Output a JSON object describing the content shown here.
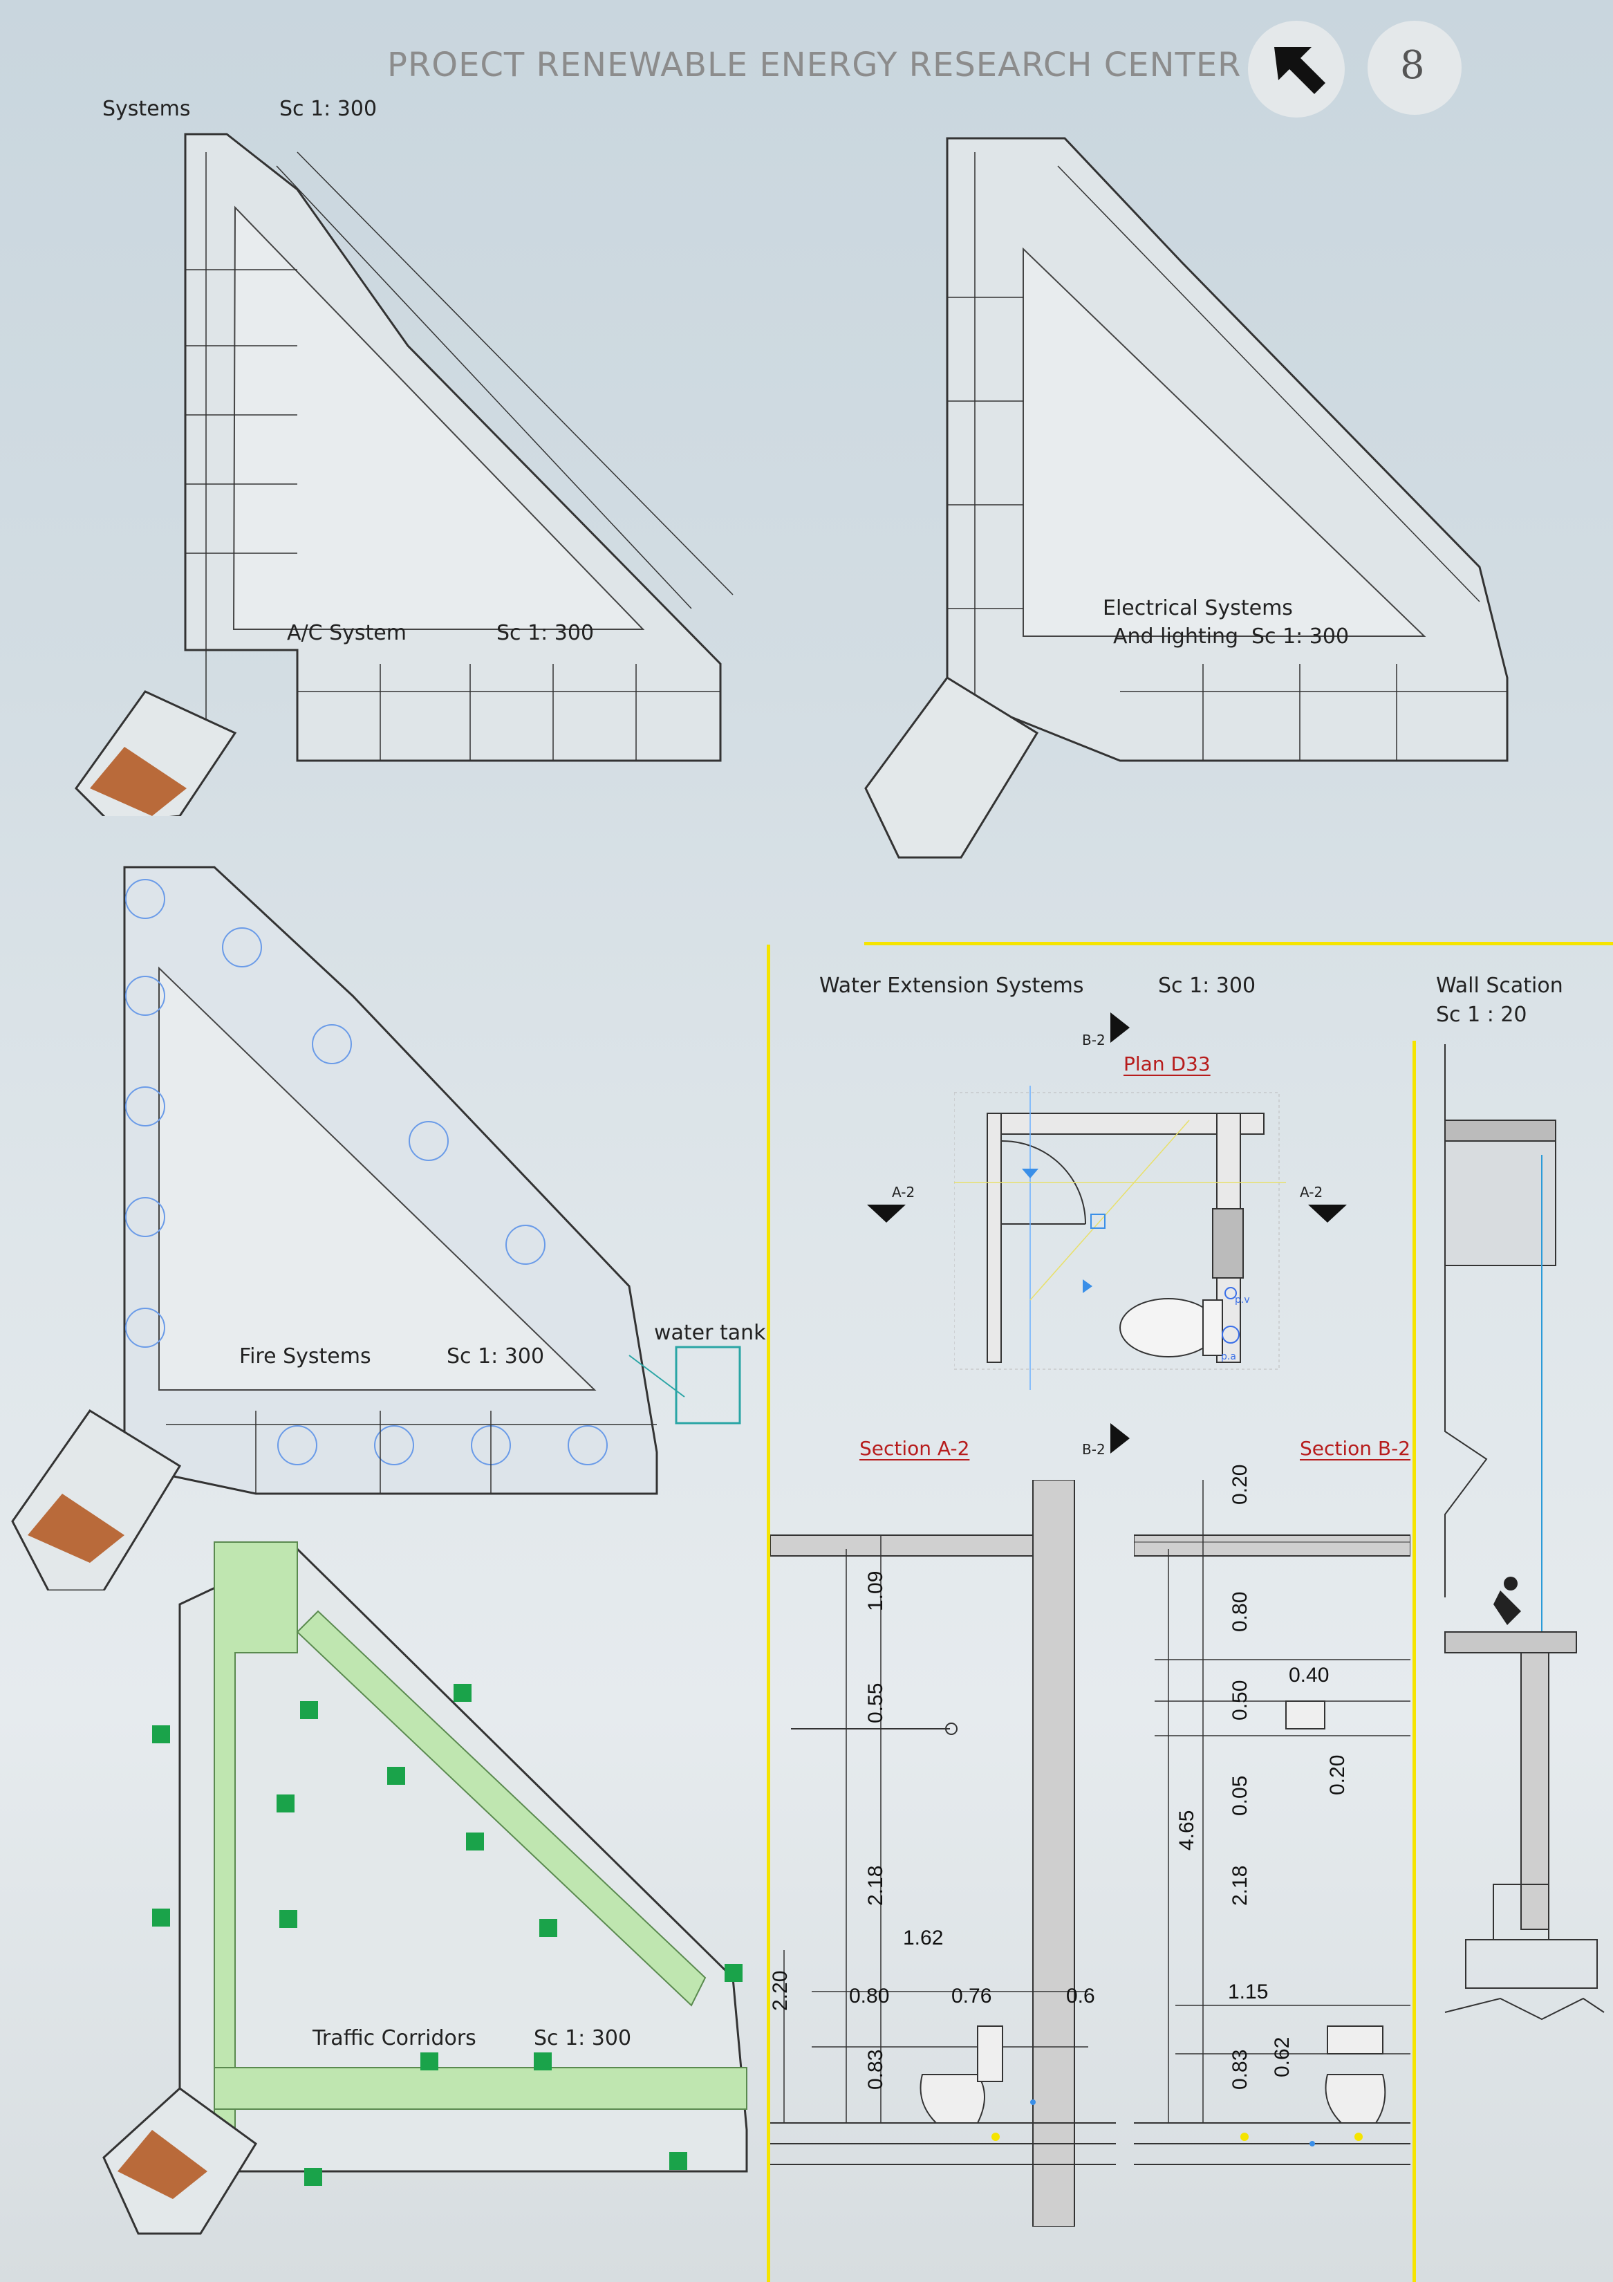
{
  "header": {
    "title": "PROECT RENEWABLE ENERGY RESEARCH CENTER .",
    "page_number": "8"
  },
  "systems": {
    "label": "Systems",
    "scale": "Sc 1: 300"
  },
  "plans": {
    "ac": {
      "label": "A/C System",
      "scale": "Sc 1: 300"
    },
    "electrical": {
      "label_line1": "Electrical Systems",
      "label_line2": "And lighting",
      "scale": "Sc 1: 300"
    },
    "fire": {
      "label": "Fire Systems",
      "scale": "Sc 1: 300",
      "tank_label": "water tank"
    },
    "traffic": {
      "label": "Traffic Corridors",
      "scale": "Sc 1: 300"
    }
  },
  "water": {
    "label": "Water Extension Systems",
    "scale": "Sc 1: 300",
    "plan_title": "Plan  D33",
    "section_a_title": "Section A-2",
    "section_b_title": "Section B-2",
    "marker_b2": "B-2",
    "marker_a2": "A-2",
    "fixture_pv": "p.v",
    "fixture_pa": "p.a",
    "dims_a": [
      "1.09",
      "0.55",
      "2.18",
      "2.20",
      "1.62",
      "0.80",
      "0.76",
      "0.6",
      "0.83"
    ],
    "dims_b": [
      "0.20",
      "0.80",
      "0.50",
      "0.40",
      "0.20",
      "0.05",
      "4.65",
      "2.18",
      "1.15",
      "0.83",
      "0.62"
    ]
  },
  "wall": {
    "label": "Wall Scation",
    "scale": "Sc 1 : 20"
  },
  "colors": {
    "accent_yellow": "#f5e400",
    "corridor_green": "#bfe6b0",
    "exit_green": "#1aa34a",
    "fire_blue": "#6a9be8",
    "section_red": "#b71c1c",
    "tank_teal": "#2aa5a5"
  }
}
